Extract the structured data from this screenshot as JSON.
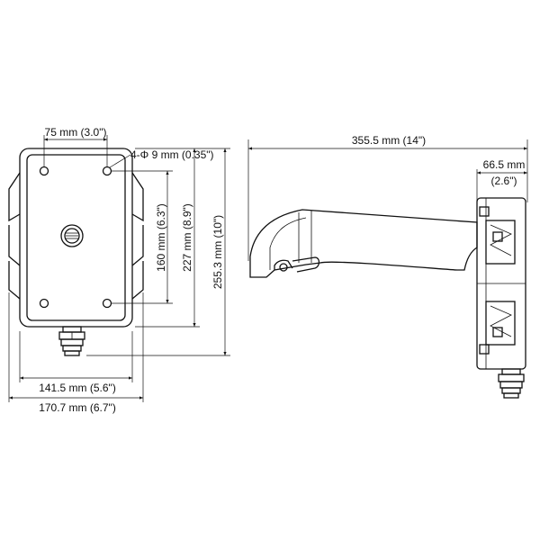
{
  "dimensions": {
    "hole_spacing": "75 mm (3.0\")",
    "holes": "4-Φ 9 mm (0.35\")",
    "hole_span_vertical": "160 mm (6.3\")",
    "box_height": "227 mm (8.9\")",
    "overall_height": "255.3 mm (10\")",
    "box_width": "141.5 mm (5.6\")",
    "overall_width": "170.7 mm (6.7\")",
    "arm_length": "355.5 mm (14\")",
    "depth_mm": "66.5 mm",
    "depth_in": "(2.6\")"
  },
  "colors": {
    "line": "#111111",
    "background": "#ffffff"
  }
}
